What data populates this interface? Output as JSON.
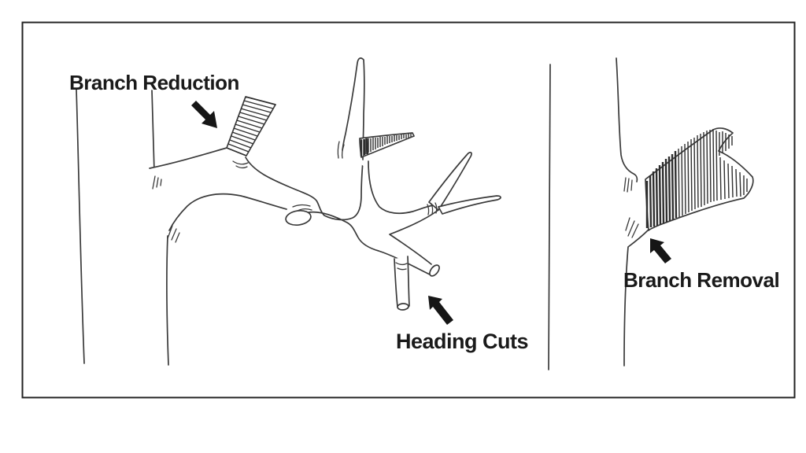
{
  "page": {
    "description": "Hand-drawn diagram of tree pruning techniques",
    "background": "#ffffff"
  },
  "labels": {
    "branch_reduction": "Branch Reduction",
    "heading_cuts": "Heading Cuts",
    "branch_removal": "Branch Removal"
  },
  "icons": {
    "branch_reduction_arrow": "arrow-down-right",
    "heading_cuts_arrow": "arrow-up-left",
    "branch_removal_arrow": "arrow-up-left"
  },
  "colors": {
    "ink": "#3a3a3a",
    "hatch": "#2e2e2e",
    "arrow": "#161616",
    "label_text": "#1a1a1a",
    "frame": "#222222",
    "background": "#ffffff"
  }
}
